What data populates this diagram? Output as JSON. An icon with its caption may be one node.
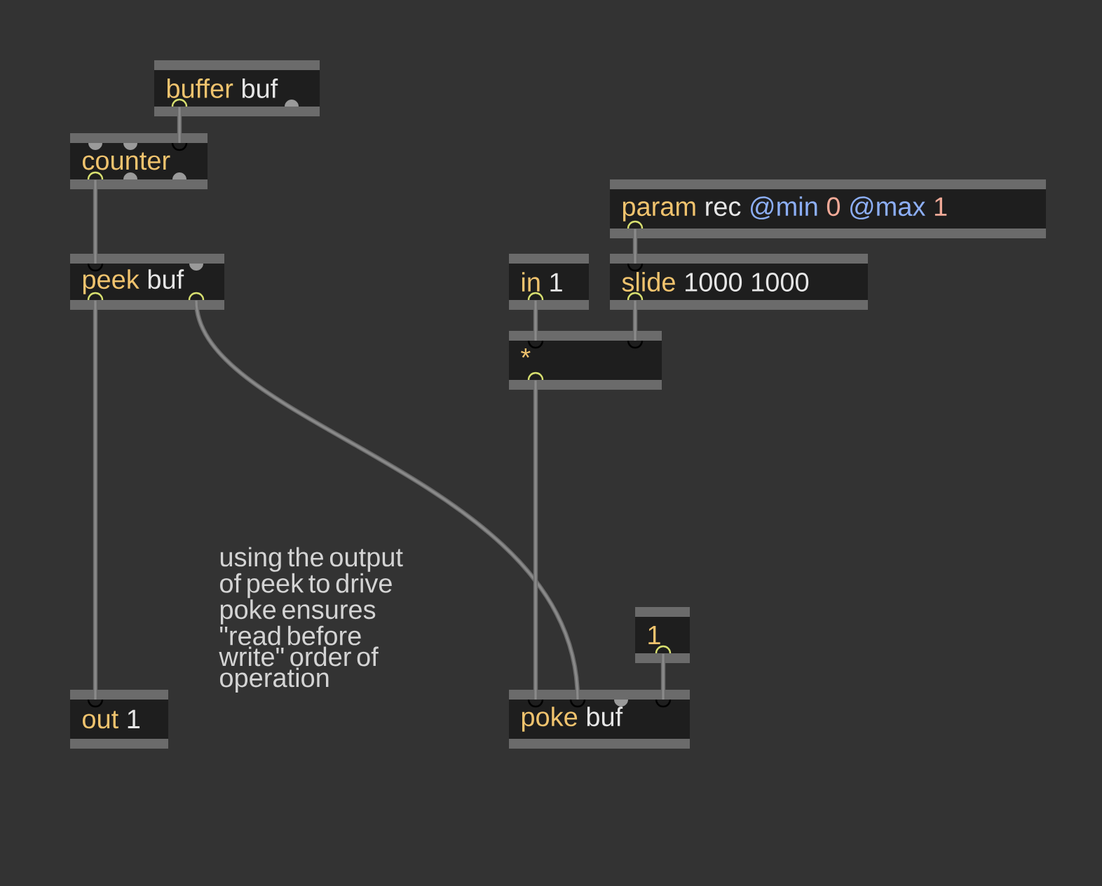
{
  "diagram": {
    "nodes": [
      {
        "text": [
          "buffer",
          "buf"
        ]
      },
      {
        "text": [
          "counter"
        ]
      },
      {
        "text": [
          "peek",
          "buf"
        ]
      },
      {
        "text": [
          "param",
          "rec",
          "@min",
          "0",
          "@max",
          "1"
        ]
      },
      {
        "text": [
          "in",
          "1"
        ]
      },
      {
        "text": [
          "slide",
          "1000 1000"
        ]
      },
      {
        "text": [
          "*"
        ]
      },
      {
        "text": [
          "1"
        ]
      },
      {
        "text": [
          "out",
          "1"
        ]
      },
      {
        "text": [
          "poke",
          "buf"
        ]
      }
    ],
    "edges": [
      {
        "from": 0,
        "to": 1,
        "arrow": "none"
      },
      {
        "from": 1,
        "to": 2,
        "arrow": "none"
      },
      {
        "from": 2,
        "to": 8,
        "arrow": "none"
      },
      {
        "from": 2,
        "to": 9,
        "arrow": "none"
      },
      {
        "from": 3,
        "to": 5,
        "arrow": "none"
      },
      {
        "from": 4,
        "to": 6,
        "arrow": "none"
      },
      {
        "from": 5,
        "to": 6,
        "arrow": "none"
      },
      {
        "from": 6,
        "to": 9,
        "arrow": "none"
      },
      {
        "from": 7,
        "to": 9,
        "arrow": "none"
      }
    ],
    "labels": [
      "using the output of peek to drive poke ensures \"read before write\" order of operation"
    ]
  }
}
